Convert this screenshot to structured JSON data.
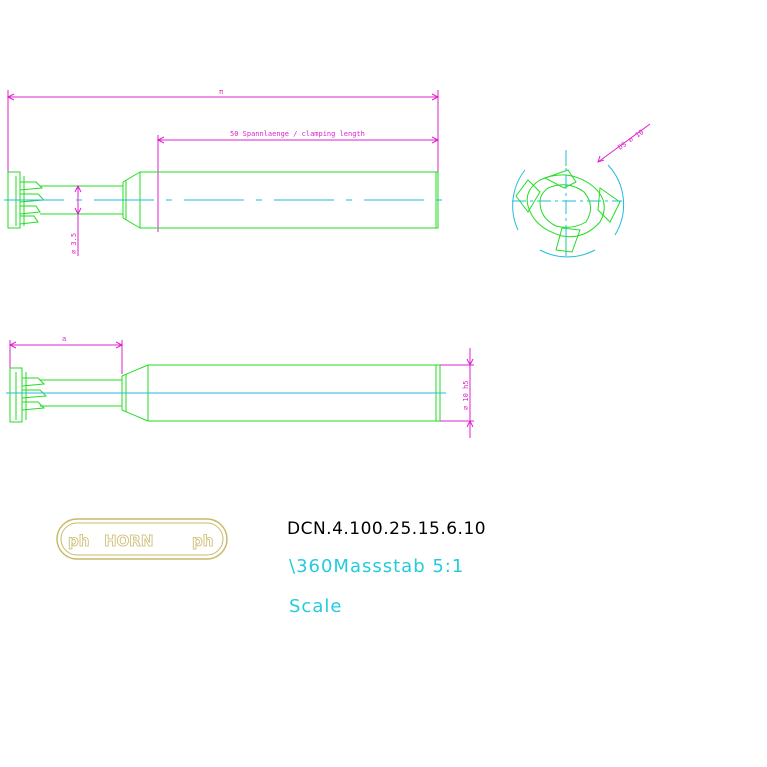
{
  "colors": {
    "outline": "#22dd22",
    "dimension": "#dd22cc",
    "centerline": "#22bbdd",
    "logo": "#c9b96a",
    "text": "#000000",
    "scale": "#22ccdd"
  },
  "top_view": {
    "overall_length_label": "π",
    "clamping_length_label": "50  Spannlaenge / clamping length",
    "neck_dia_label": "∅ 3.5"
  },
  "end_view": {
    "diameter_label": "DS ∅ 10"
  },
  "side_view": {
    "reach_label": "a",
    "shank_dia_label": "∅ 10 h5"
  },
  "logo": {
    "left_mark": "ph",
    "brand": "HORN",
    "right_mark": "ph"
  },
  "title_block": {
    "part_number": "DCN.4.100.25.15.6.10",
    "scale_line": "\\360Massstab 5:1",
    "scale_word": "Scale"
  }
}
